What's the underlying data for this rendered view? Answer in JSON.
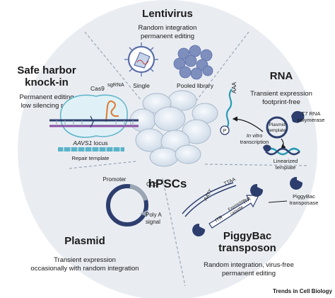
{
  "center": {
    "label": "hPSCs"
  },
  "sections": {
    "lentivirus": {
      "title": "Lentivirus",
      "description_lines": [
        "Random integration",
        "permanent editing"
      ],
      "item_labels": [
        "Single",
        "Pooled library"
      ]
    },
    "safe_harbor": {
      "title_lines": [
        "Safe harbor",
        "knock-in"
      ],
      "description_lines": [
        "Permanent editing",
        "low silencing rate"
      ],
      "labels": {
        "cas9": "Cas9",
        "sgrna": "sgRNA",
        "locus_italic": "AAVS1",
        "locus_suffix": " locus",
        "repair": "Repair template"
      }
    },
    "rna": {
      "title": "RNA",
      "description_lines": [
        "Transient expression",
        "footprint-free"
      ],
      "labels": {
        "polymerase_lines": [
          "T7 RNA",
          "polymerase"
        ],
        "plasmid_template_lines": [
          "Plasmid",
          "template"
        ],
        "transcription_lines": [
          "In vitro",
          "transcription"
        ],
        "linearized_lines": [
          "Linearized",
          "template"
        ],
        "cap": "P",
        "polya": "AAA"
      }
    },
    "plasmid": {
      "title": "Plasmid",
      "description_lines": [
        "Transient expression",
        "occasionally with random integration"
      ],
      "labels": {
        "promoter": "Promoter",
        "cds": "CDS",
        "polya_lines": [
          "Poly A",
          "signal"
        ]
      }
    },
    "piggybac": {
      "title_lines": [
        "PiggyBac",
        "transposon"
      ],
      "description_lines": [
        "Random integration, virus-free",
        "permanent editing"
      ],
      "labels": {
        "ttaa1": "TTAA",
        "ttaa2": "AATT",
        "itr_left": "ITR",
        "itr_right": "ITR",
        "cassette_lines": [
          "Expression",
          "cassette"
        ],
        "transposase_lines": [
          "PiggyBac",
          "transposase"
        ]
      }
    }
  },
  "credit": "Trends in Cell Biology",
  "colors": {
    "background_circle": "#e9edf2",
    "cell_fill": "#dde8f2",
    "virus": "#5b6ea8",
    "dark_blue": "#2d3e6e",
    "teal": "#2a9bb5",
    "orange": "#e07a2e"
  }
}
